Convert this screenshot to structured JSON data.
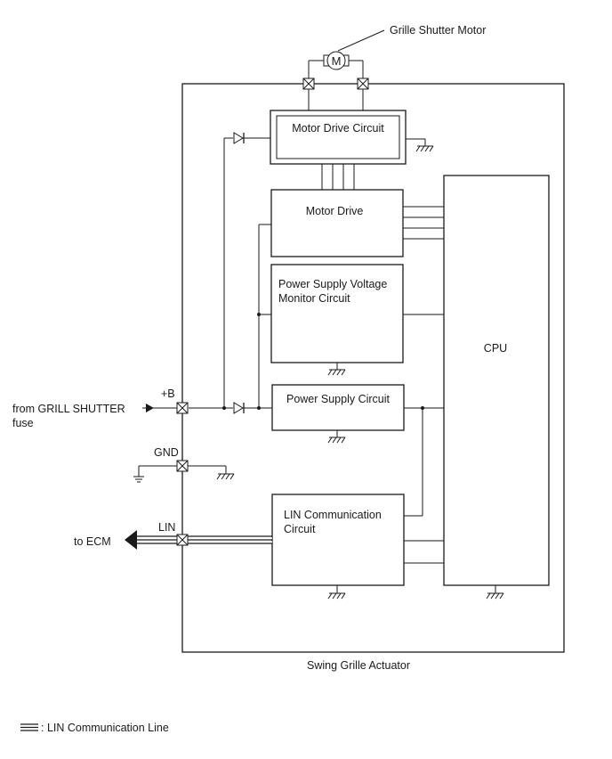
{
  "labels": {
    "grille_shutter_motor": "Grille Shutter Motor",
    "motor_symbol": "M",
    "motor_drive_circuit": "Motor Drive Circuit",
    "motor_drive": "Motor Drive",
    "psv_monitor_line1": "Power Supply Voltage",
    "psv_monitor_line2": "Monitor Circuit",
    "power_supply_circuit": "Power Supply Circuit",
    "lin_comm_line1": "LIN Communication",
    "lin_comm_line2": "Circuit",
    "cpu": "CPU",
    "plus_b": "+B",
    "gnd": "GND",
    "lin": "LIN",
    "from_fuse_line1": "from GRILL SHUTTER",
    "from_fuse_line2": "fuse",
    "to_ecm": "to ECM",
    "actuator": "Swing Grille Actuator",
    "legend": ": LIN Communication Line"
  },
  "colors": {
    "line": "#1a1a1a",
    "background": "#ffffff"
  }
}
